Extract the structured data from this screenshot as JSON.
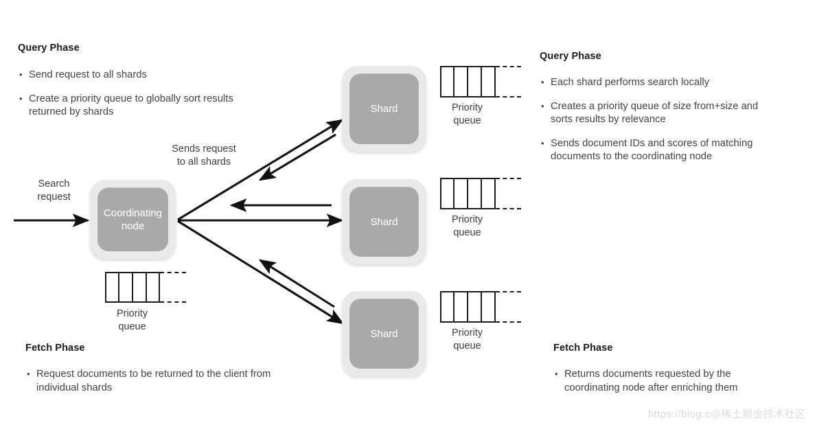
{
  "diagram": {
    "title_left_top": "Query Phase",
    "title_right_top": "Query Phase",
    "title_left_bottom": "Fetch Phase",
    "title_right_bottom": "Fetch Phase",
    "left_query_bullets": [
      "Send request to all shards",
      "Create a priority queue to globally sort results returned by shards"
    ],
    "right_query_bullets": [
      "Each shard performs search locally",
      "Creates a priority queue of size from+size and sorts results by relevance",
      "Sends document IDs and scores of matching documents to the coordinating node"
    ],
    "left_fetch_bullets": [
      "Request documents to be returned to the client from individual shards"
    ],
    "right_fetch_bullets": [
      "Returns documents requested by the coordinating node after enriching them"
    ],
    "nodes": {
      "coordinating": "Coordinating\nnode",
      "shard1": "Shard",
      "shard2": "Shard",
      "shard3": "Shard"
    },
    "labels": {
      "search_request": "Search\nrequest",
      "sends_request": "Sends request\nto all shards",
      "priority_queue": "Priority\nqueue"
    },
    "colors": {
      "node_outer": "#e9e9e9",
      "node_inner": "#a9a9a9",
      "node_text": "#ffffff",
      "arrow": "#111111",
      "body_text": "#434343",
      "heading_text": "#1a1a1a"
    },
    "watermark": {
      "url": "https://blog.c",
      "handle": "@稀土掘金技术社区"
    }
  }
}
